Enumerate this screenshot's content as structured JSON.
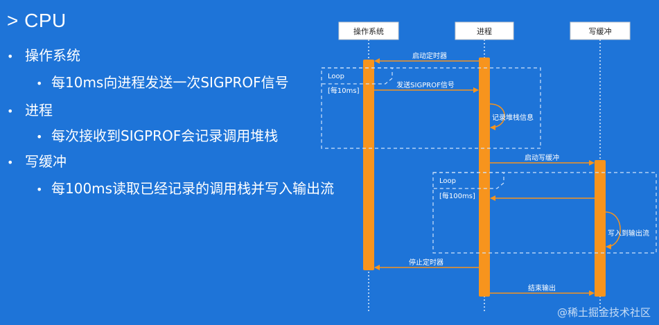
{
  "slide": {
    "title": "> CPU",
    "bullets": [
      {
        "text": "操作系统",
        "sub": "每10ms向进程发送一次SIGPROF信号"
      },
      {
        "text": "进程",
        "sub": "每次接收到SIGPROF会记录调用堆栈"
      },
      {
        "text": "写缓冲",
        "sub": "每100ms读取已经记录的调用栈并写入输出流"
      }
    ]
  },
  "diagram": {
    "participants": [
      "操作系统",
      "进程",
      "写缓冲"
    ],
    "loops": [
      {
        "label": "Loop",
        "condition": "[每10ms]"
      },
      {
        "label": "Loop",
        "condition": "[每100ms]"
      }
    ],
    "messages": [
      {
        "from": "进程",
        "to": "操作系统",
        "label": "启动定时器"
      },
      {
        "from": "操作系统",
        "to": "进程",
        "label": "发送SIGPROF信号"
      },
      {
        "from": "进程",
        "to": "进程",
        "label": "记录堆栈信息"
      },
      {
        "from": "进程",
        "to": "写缓冲",
        "label": "启动写缓冲"
      },
      {
        "from": "写缓冲",
        "to": "进程",
        "label": ""
      },
      {
        "from": "写缓冲",
        "to": "写缓冲",
        "label": "写入到输出流"
      },
      {
        "from": "进程",
        "to": "操作系统",
        "label": "停止定时器"
      },
      {
        "from": "进程",
        "to": "写缓冲",
        "label": "结束输出"
      }
    ],
    "colors": {
      "bar": "#f7941d",
      "line": "#f7941d",
      "dashed": "#cfe2fb",
      "box_fill": "#ffffff",
      "box_text": "#222222"
    }
  },
  "watermark": "@稀土掘金技术社区"
}
